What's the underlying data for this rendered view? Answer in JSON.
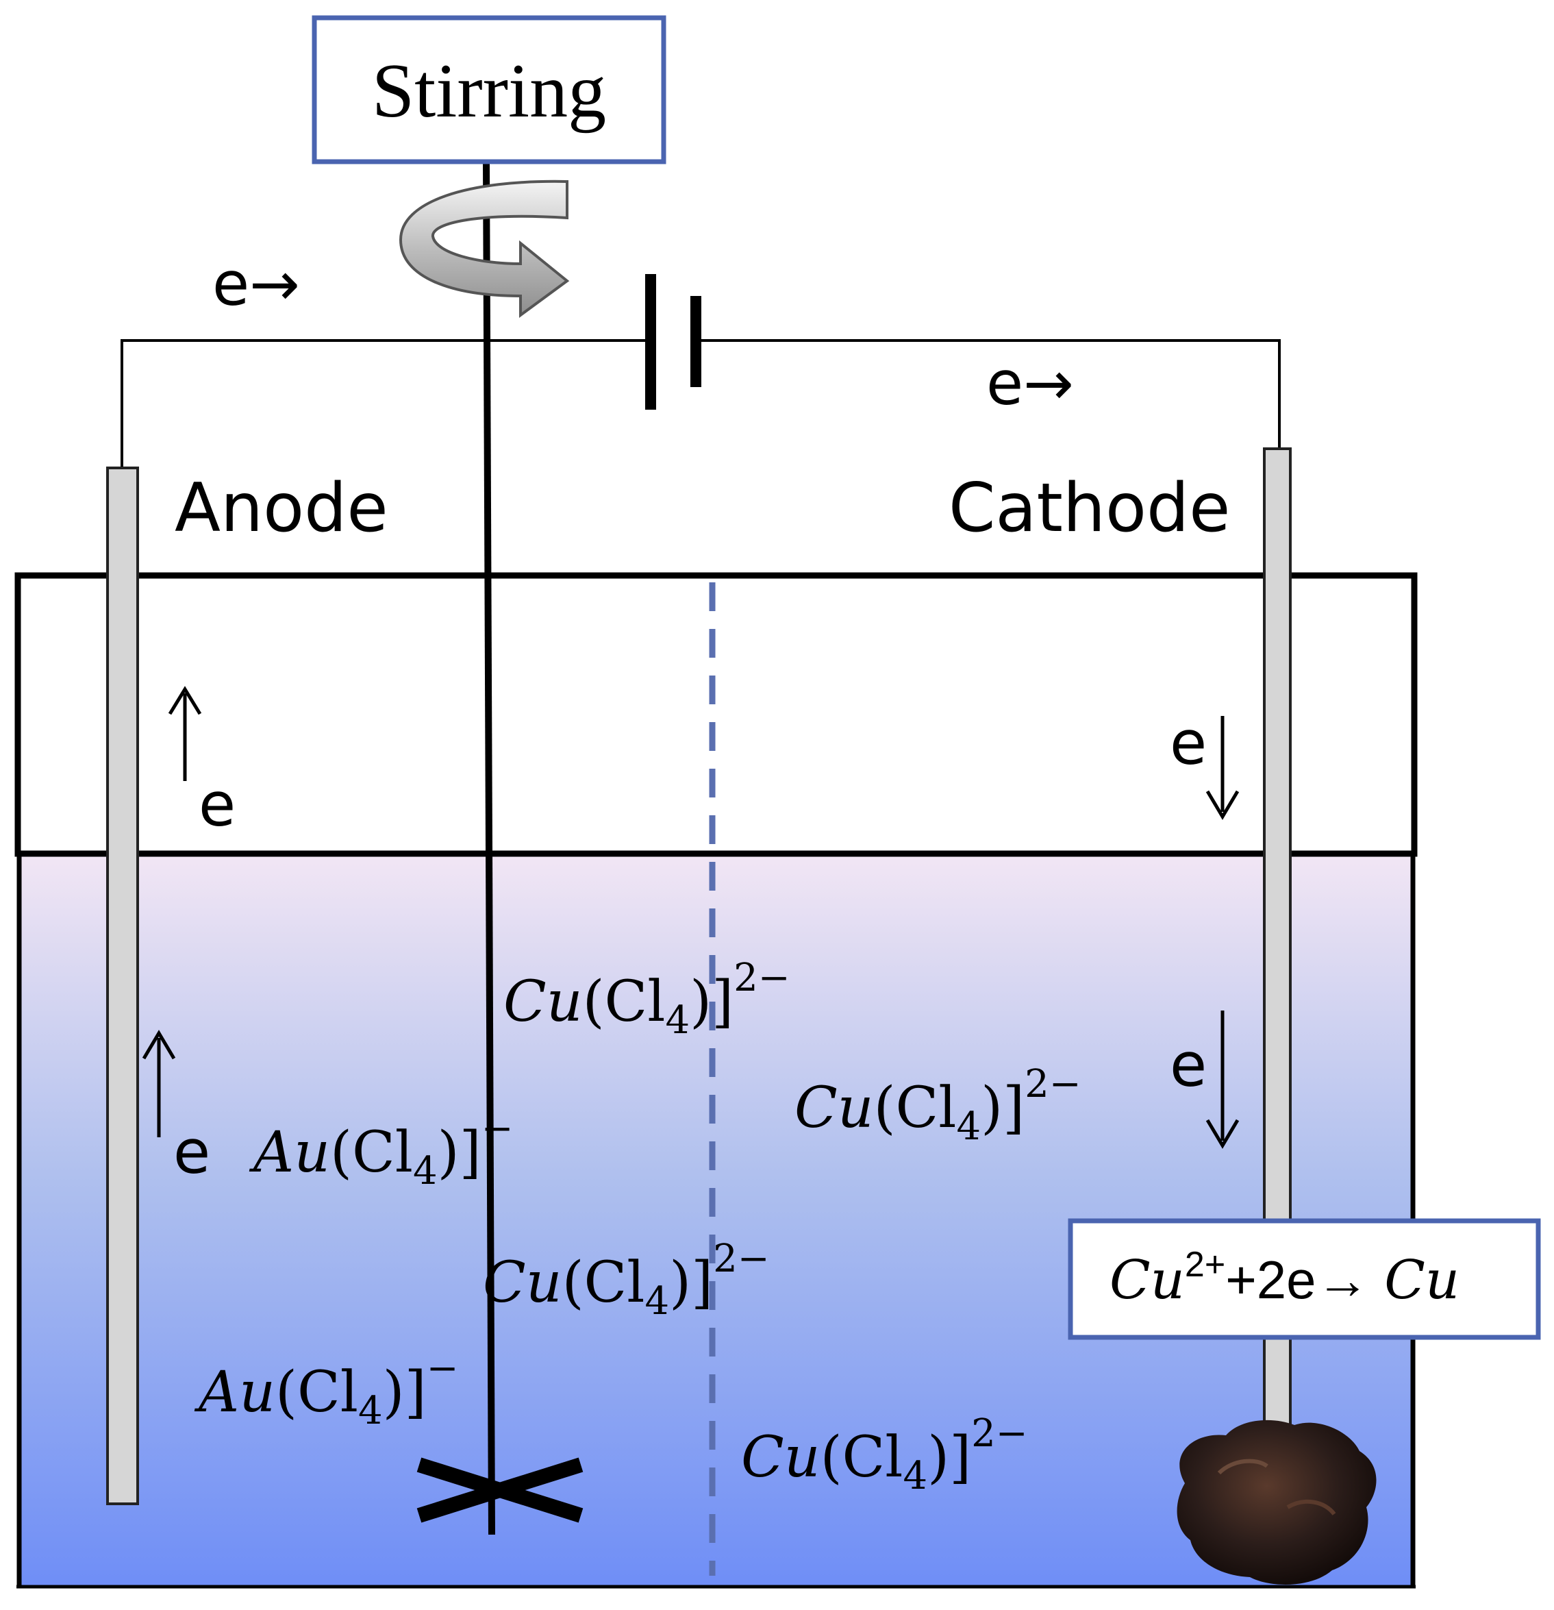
{
  "colors": {
    "solution_top": "#f2e6f4",
    "solution_bottom": "#6f8ef6",
    "box_border": "#4a64b0",
    "separator": "#5a6fb0",
    "electrode_fill": "#d6d6d6",
    "copper_deposit": "#2b1d1a"
  },
  "stirring_label": "Stirring",
  "wire_top": {
    "left_electron": "e→",
    "right_electron": "e→"
  },
  "electrodes": {
    "anode": "Anode",
    "cathode": "Cathode"
  },
  "electron_flow": {
    "anode_upper": "e",
    "anode_lower": "e",
    "cathode_upper": "e",
    "cathode_lower": "e"
  },
  "ions": [
    {
      "species": "Cu",
      "ligand": "(Cl",
      "sub": "4",
      "close": ")]",
      "charge": "2−"
    },
    {
      "species": "Cu",
      "ligand": "(Cl",
      "sub": "4",
      "close": ")]",
      "charge": "2−"
    },
    {
      "species": "Au",
      "ligand": "(Cl",
      "sub": "4",
      "close": ")]",
      "charge": "−"
    },
    {
      "species": "Cu",
      "ligand": "(Cl",
      "sub": "4",
      "close": ")]",
      "charge": "2−"
    },
    {
      "species": "Au",
      "ligand": "(Cl",
      "sub": "4",
      "close": ")]",
      "charge": "−"
    },
    {
      "species": "Cu",
      "ligand": "(Cl",
      "sub": "4",
      "close": ")]",
      "charge": "2−"
    }
  ],
  "reaction": {
    "reactant": "Cu",
    "reactant_charge": "2+",
    "electrons": "+2e→ ",
    "product": "Cu"
  },
  "icons": [
    "rotation-arrow-icon",
    "battery-icon",
    "stirrer-blade-icon",
    "copper-deposit-icon"
  ]
}
